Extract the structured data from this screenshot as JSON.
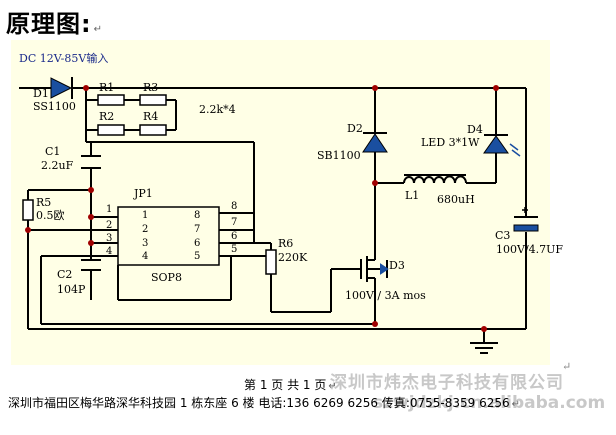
{
  "title": "原理图:",
  "return_mark": "↵",
  "schematic": {
    "input_label": "DC 12V-85V输入",
    "d1_name": "D1",
    "d1_part": "SS1100",
    "r1": "R1",
    "r2": "R2",
    "r3": "R3",
    "r4": "R4",
    "res_value": "2.2k*4",
    "c1_name": "C1",
    "c1_value": "2.2uF",
    "r5_name": "R5",
    "r5_value": "0.5欧",
    "jp1_name": "JP1",
    "chip_label": "SOP8",
    "c2_name": "C2",
    "c2_value": "104P",
    "pins_outer_left": [
      "1",
      "2",
      "3",
      "4"
    ],
    "pins_inner_left": [
      "1",
      "2",
      "3",
      "4"
    ],
    "pins_inner_right": [
      "8",
      "7",
      "6",
      "5"
    ],
    "pins_outer_right": [
      "8",
      "7",
      "6",
      "5"
    ],
    "d2_name": "D2",
    "d2_part": "SB1100",
    "l1_name": "L1",
    "l1_value": "680uH",
    "d4_name": "D4",
    "d4_label": "LED 3*1W",
    "c3_name": "C3",
    "c3_value": "100V/4.7UF",
    "r6_name": "R6",
    "r6_value": "220K",
    "d3_name": "D3",
    "mosfet_label": "100V / 3A mos"
  },
  "footer": {
    "page_info": "第 1 页 共 1 页",
    "address": "深圳市福田区梅华路深华科技园 1 栋东座 6 楼   电话:136 6269 6256   传真:0755-8359 6256"
  },
  "watermark": {
    "company": "深圳市炜杰电子科技有限公司",
    "url": "szwjdzkj.cn.alibaba.com"
  }
}
